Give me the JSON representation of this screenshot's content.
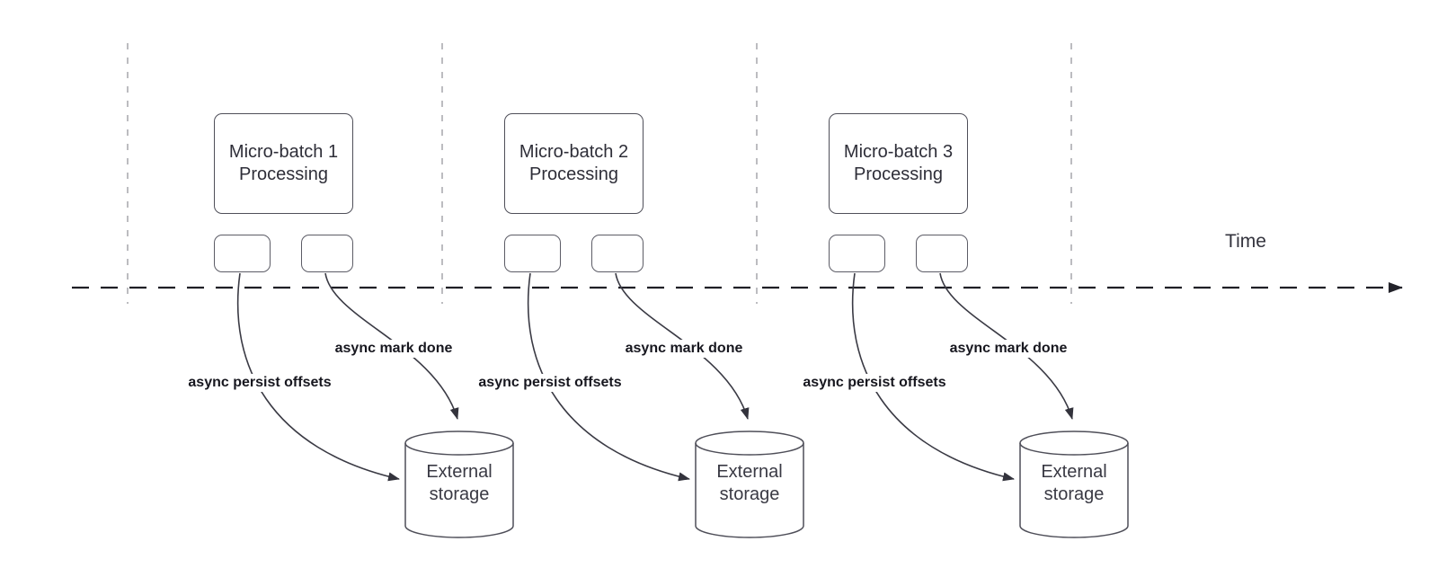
{
  "diagram": {
    "time_axis_label": "Time",
    "groups": [
      {
        "box_label": "Micro-batch 1\nProcessing",
        "persist_label": "async persist offsets",
        "mark_done_label": "async mark done",
        "storage_label": "External\nstorage"
      },
      {
        "box_label": "Micro-batch 2\nProcessing",
        "persist_label": "async persist offsets",
        "mark_done_label": "async mark done",
        "storage_label": "External\nstorage"
      },
      {
        "box_label": "Micro-batch 3\nProcessing",
        "persist_label": "async persist offsets",
        "mark_done_label": "async mark done",
        "storage_label": "External\nstorage"
      }
    ],
    "colors": {
      "background": "#ffffff",
      "time_axis": "#1f1f26",
      "gridline": "#a6a6ab",
      "arrow": "#3a3a44",
      "shape_border": "#4f4f59",
      "box_text": "#2e2e38",
      "bold_label_text": "#17171f"
    }
  }
}
